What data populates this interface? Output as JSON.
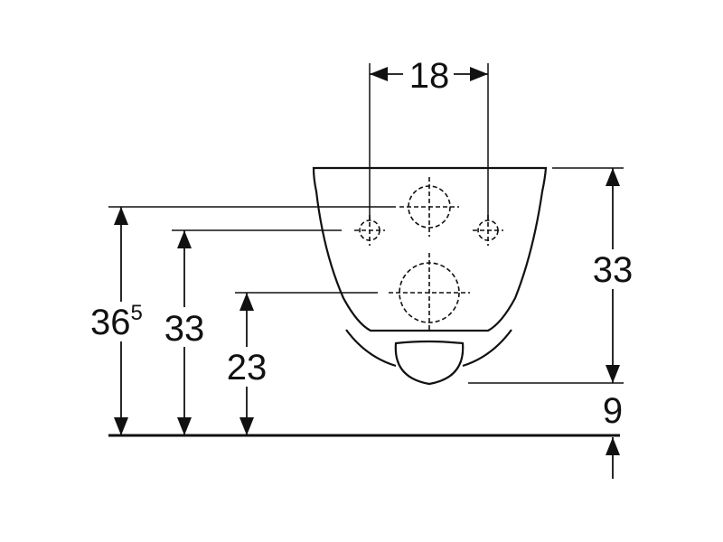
{
  "diagram": {
    "colors": {
      "ink": "#111111",
      "background": "#ffffff"
    },
    "dimensions": {
      "top_spacing": "18",
      "right_height": "33",
      "right_offset": "9",
      "left_height_base": "36",
      "left_height_sup": "5",
      "mid_height": "33",
      "lower_height": "23"
    }
  }
}
